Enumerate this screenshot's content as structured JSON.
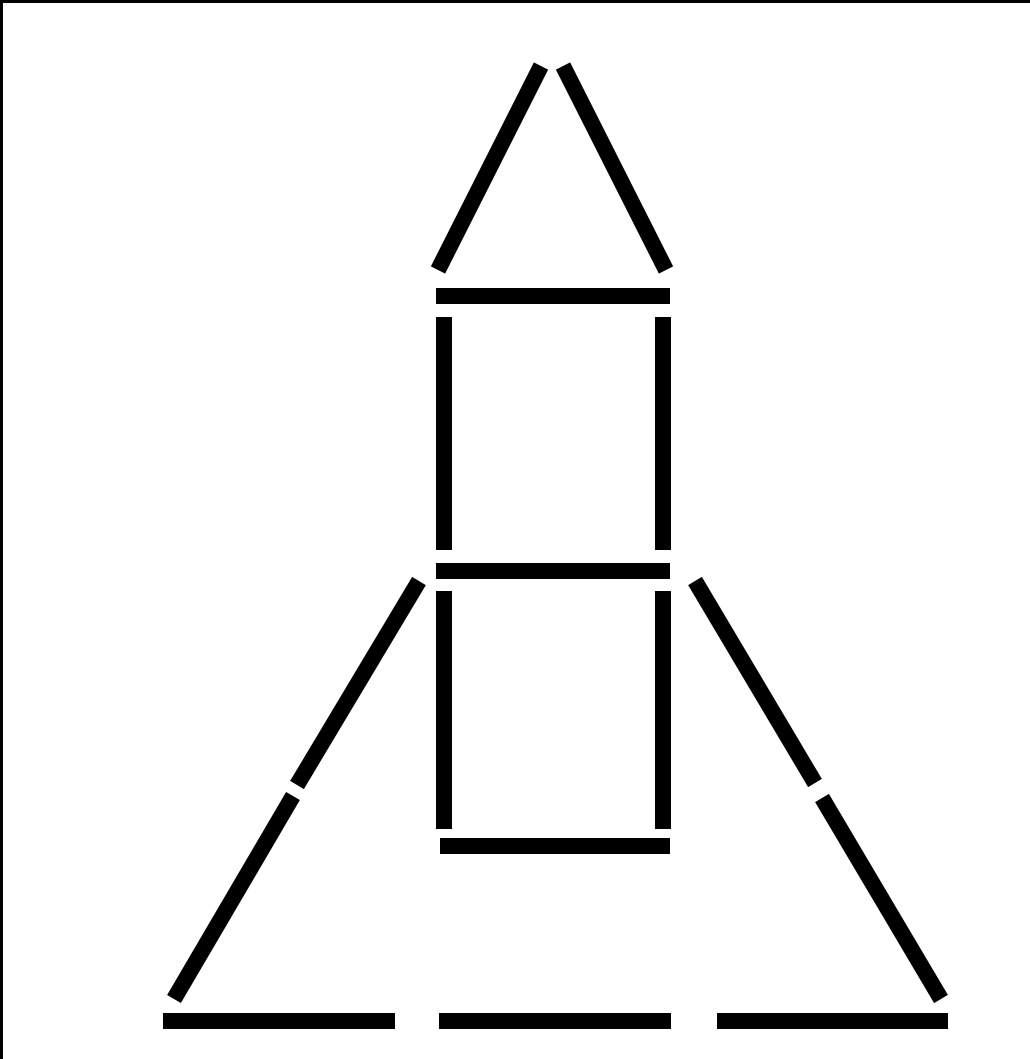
{
  "figure": {
    "background_color": "#ffffff",
    "stick_color": "#000000",
    "stick_count": 16,
    "parts": [
      {
        "name": "nose-cone",
        "stick_count": 2
      },
      {
        "name": "upper-body",
        "stick_count": 4
      },
      {
        "name": "lower-body",
        "stick_count": 3
      },
      {
        "name": "left-fin",
        "stick_count": 2
      },
      {
        "name": "right-fin",
        "stick_count": 2
      },
      {
        "name": "base",
        "stick_count": 3
      }
    ]
  }
}
